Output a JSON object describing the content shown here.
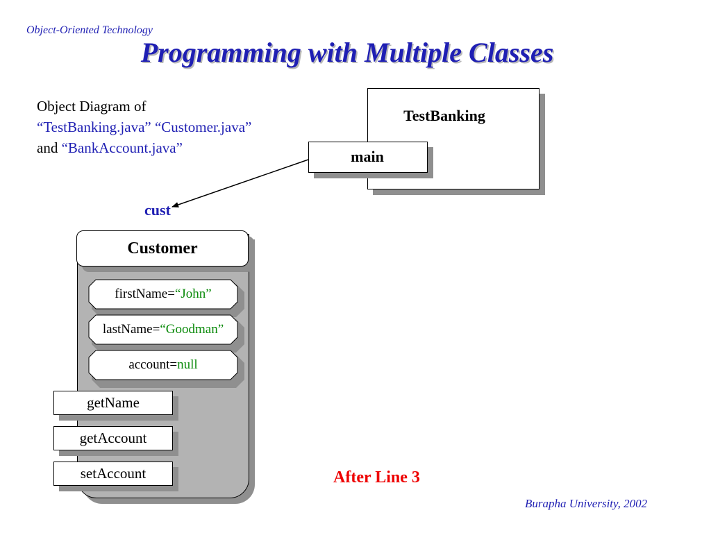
{
  "header": {
    "course": "Object-Oriented Technology",
    "title": "Programming with Multiple Classes"
  },
  "caption": {
    "line1": "Object Diagram of",
    "line2": "“TestBanking.java” “Customer.java”",
    "line3_prefix": "and ",
    "line3_file": "“BankAccount.java”"
  },
  "testbanking": {
    "class_name": "TestBanking",
    "method": "main"
  },
  "reference": {
    "label": "cust"
  },
  "customer": {
    "class_name": "Customer",
    "attributes": [
      {
        "name": "firstName=",
        "value": "“John”"
      },
      {
        "name": "lastName=",
        "value": "“Goodman”"
      },
      {
        "name": "account=",
        "value": "null"
      }
    ],
    "methods": [
      "getName",
      "getAccount",
      "setAccount"
    ]
  },
  "status": "After Line 3",
  "footer": "Burapha University, 2002",
  "colors": {
    "title": "#1f1fb3",
    "value": "#0a8a0a",
    "status": "#ee0000",
    "object_body": "#b3b3b3",
    "shadow": "#8f8f8f"
  }
}
